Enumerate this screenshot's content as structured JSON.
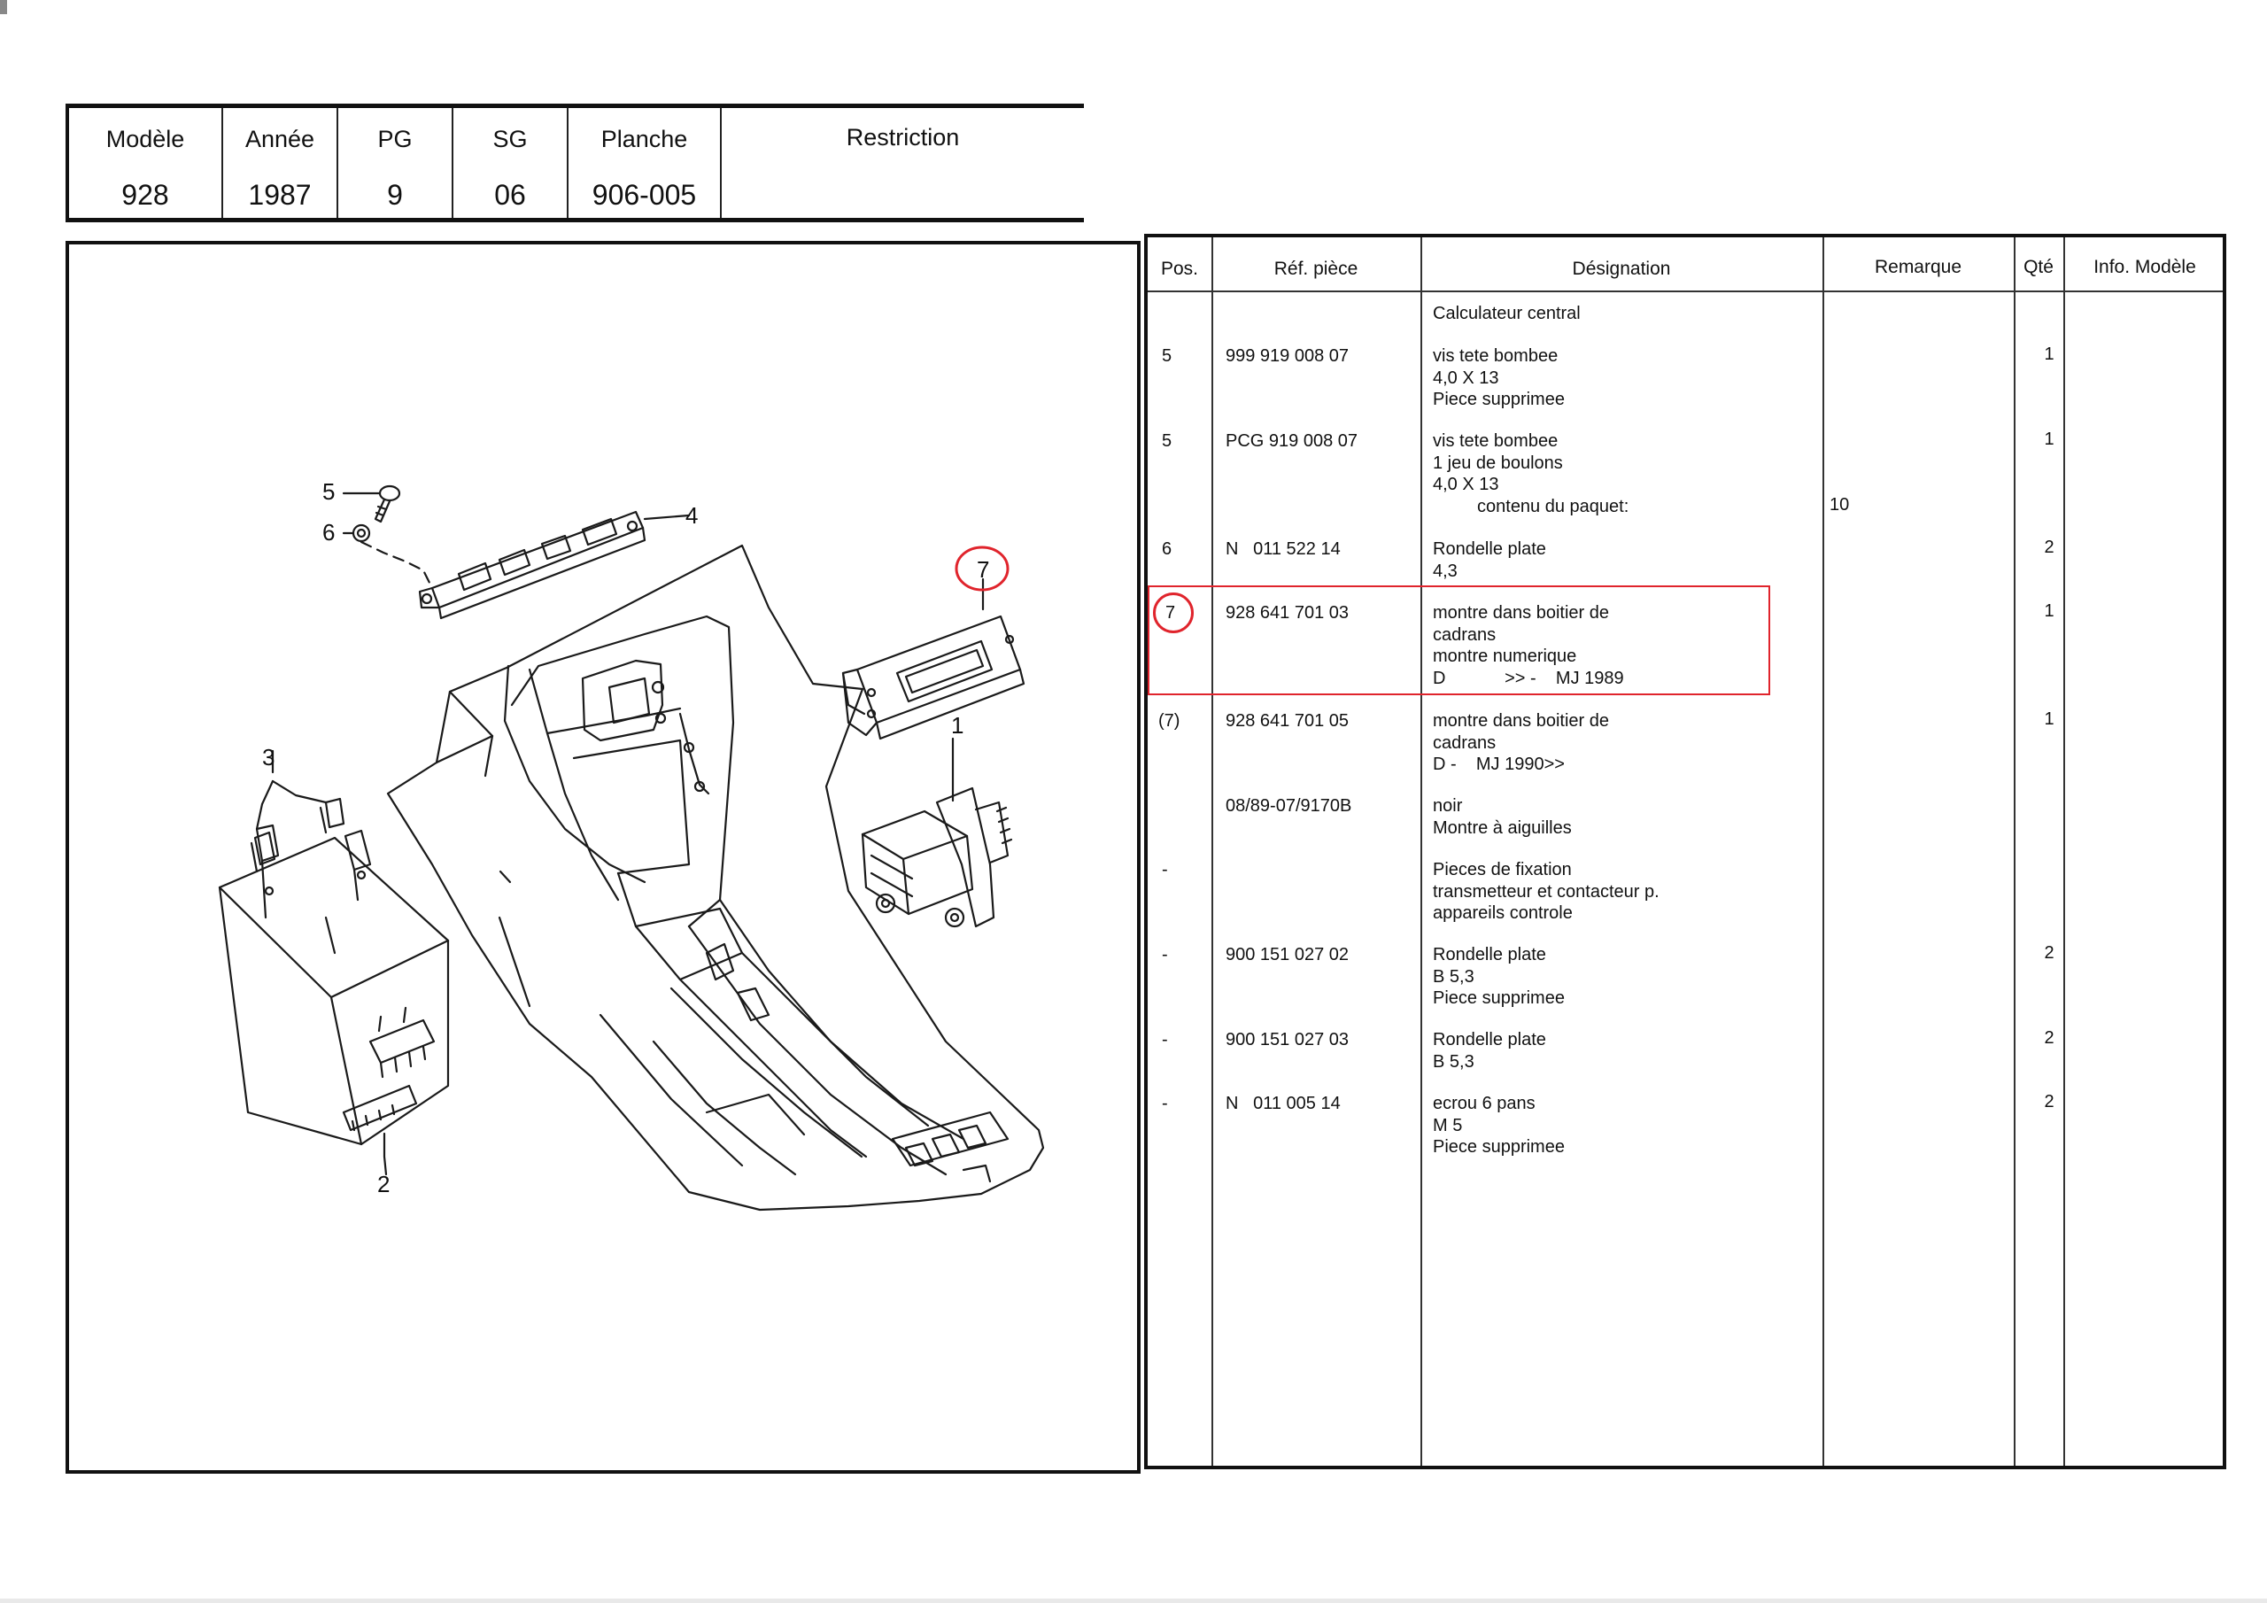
{
  "header": {
    "columns": [
      {
        "label": "Modèle",
        "value": "928"
      },
      {
        "label": "Année",
        "value": "1987"
      },
      {
        "label": "PG",
        "value": "9"
      },
      {
        "label": "SG",
        "value": "06"
      },
      {
        "label": "Planche",
        "value": "906-005"
      },
      {
        "label": "Restriction",
        "value": ""
      }
    ]
  },
  "diagram": {
    "callouts": [
      "1",
      "2",
      "3",
      "4",
      "5",
      "6",
      "7"
    ],
    "highlight_color": "#e0242c"
  },
  "parts": {
    "headers": {
      "pos": "Pos.",
      "ref": "Réf. pièce",
      "designation": "Désignation",
      "remarque": "Remarque",
      "qte": "Qté",
      "info": "Info. Modèle"
    },
    "rows": [
      {
        "pos": "",
        "ref": "",
        "designation": "Calculateur central",
        "remarque": "",
        "qte": ""
      },
      {
        "pos": "5",
        "ref": "999 919 008 07",
        "designation": "vis tete bombee\n4,0 X 13\nPiece supprimee",
        "remarque": "",
        "qte": "1"
      },
      {
        "pos": "5",
        "ref": "PCG 919 008 07",
        "designation": "vis tete bombee\n1 jeu de boulons\n4,0 X 13\n         contenu du paquet:",
        "remarque": "10",
        "qte": "1"
      },
      {
        "pos": "6",
        "ref": "N   011 522 14",
        "designation": "Rondelle plate\n4,3",
        "remarque": "",
        "qte": "2"
      },
      {
        "pos": "7",
        "ref": "928 641 701 03",
        "designation": "montre dans boitier de\ncadrans\nmontre numerique\nD            >> -    MJ 1989",
        "remarque": "",
        "qte": "1"
      },
      {
        "pos": "(7)",
        "ref": "928 641 701 05",
        "designation": "montre dans boitier de\ncadrans\nD -    MJ 1990>>",
        "remarque": "",
        "qte": "1"
      },
      {
        "pos": "",
        "ref": "08/89-07/9170B",
        "designation": "noir\nMontre à aiguilles",
        "remarque": "",
        "qte": ""
      },
      {
        "pos": "-",
        "ref": "",
        "designation": "Pieces de fixation\ntransmetteur et contacteur p.\nappareils controle",
        "remarque": "",
        "qte": ""
      },
      {
        "pos": "-",
        "ref": "900 151 027 02",
        "designation": "Rondelle plate\nB 5,3\nPiece supprimee",
        "remarque": "",
        "qte": "2"
      },
      {
        "pos": "-",
        "ref": "900 151 027 03",
        "designation": "Rondelle plate\nB 5,3",
        "remarque": "",
        "qte": "2"
      },
      {
        "pos": "-",
        "ref": "N   011 005 14",
        "designation": "ecrou 6 pans\nM 5\nPiece supprimee",
        "remarque": "",
        "qte": "2"
      }
    ]
  }
}
